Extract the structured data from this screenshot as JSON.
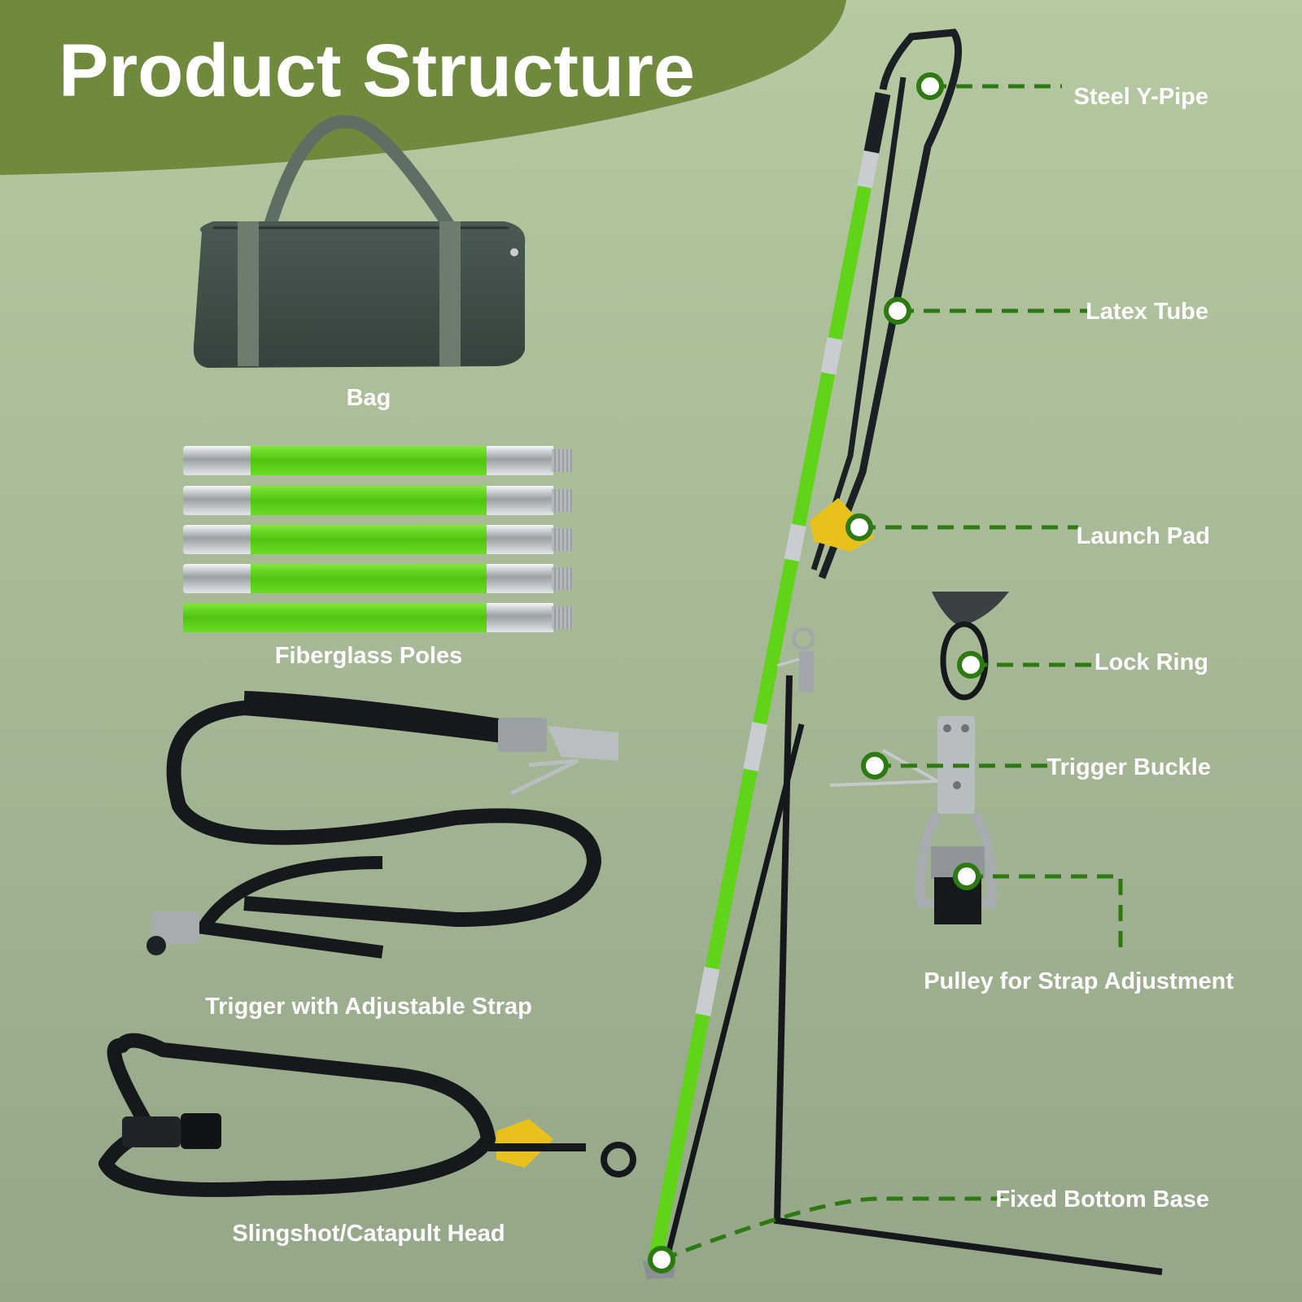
{
  "title": "Product Structure",
  "colors": {
    "bg_top": "#b4c79f",
    "bg_bottom": "#97a88a",
    "banner": "#6f8a3c",
    "fiberglass": "#5fd418",
    "steel": "#c9cdd0",
    "strap": "#15191c",
    "bag": "#3f4d46",
    "callout": "#2e7a12",
    "pad": "#e8c21b"
  },
  "components": [
    {
      "id": "bag",
      "caption": "Bag"
    },
    {
      "id": "poles",
      "caption": "Fiberglass Poles"
    },
    {
      "id": "trigger",
      "caption": "Trigger with Adjustable Strap"
    },
    {
      "id": "slingshot",
      "caption": "Slingshot/Catapult Head"
    }
  ],
  "callouts": [
    {
      "id": "steel-y-pipe",
      "label": "Steel Y-Pipe"
    },
    {
      "id": "latex-tube",
      "label": "Latex Tube"
    },
    {
      "id": "launch-pad",
      "label": "Launch Pad"
    },
    {
      "id": "lock-ring",
      "label": "Lock Ring"
    },
    {
      "id": "trigger-buckle",
      "label": "Trigger Buckle"
    },
    {
      "id": "pulley",
      "label": "Pulley for Strap Adjustment"
    },
    {
      "id": "fixed-bottom-base",
      "label": "Fixed Bottom Base"
    }
  ]
}
